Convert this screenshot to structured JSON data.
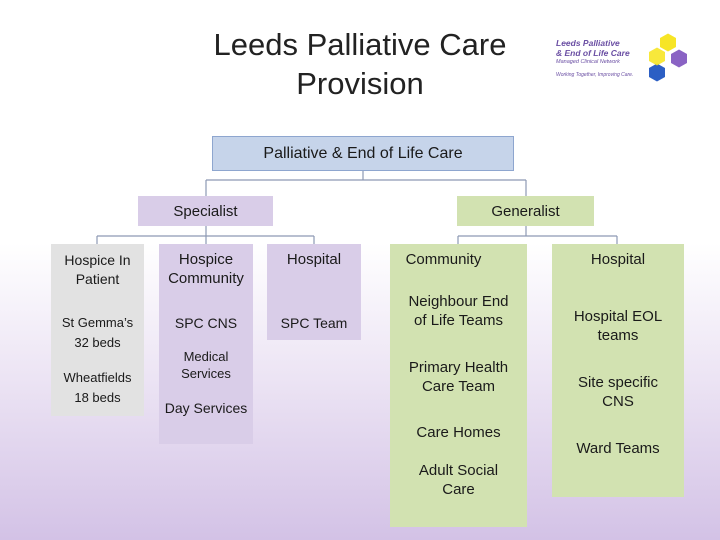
{
  "title": {
    "line1": "Leeds Palliative Care",
    "line2": "Provision"
  },
  "logo": {
    "line1": "Leeds Palliative",
    "line2": "& End of Life Care",
    "line3": "Managed Clinical Network",
    "tagline": "Working Together, Improving Care.",
    "colors": {
      "yellow": "#f7e526",
      "purple": "#8a63c4",
      "blue": "#2c5fc4",
      "text": "#6a4ea3"
    }
  },
  "root": "Palliative & End of Life Care",
  "specialist": {
    "label": "Specialist",
    "hospice_inpatient": {
      "header": "Hospice In Patient",
      "items": [
        "St Gemma’s 32 beds",
        "Wheatfields 18 beds"
      ]
    },
    "hospice_community": {
      "header": "Hospice Community",
      "items": [
        "SPC CNS",
        "Medical Services",
        "Day Services"
      ]
    },
    "hospital": {
      "header": "Hospital",
      "items": [
        "SPC Team"
      ]
    }
  },
  "generalist": {
    "label": "Generalist",
    "community": {
      "header": "Community",
      "items": [
        "Neighbour End of Life Teams",
        "Primary Health Care Team",
        "Care Homes",
        "Adult Social Care"
      ]
    },
    "hospital": {
      "header": "Hospital",
      "items": [
        "Hospital EOL teams",
        "Site specific CNS",
        "Ward Teams"
      ]
    }
  },
  "colors": {
    "root_box": "#c6d4ea",
    "specialist": "#d9cde8",
    "generalist": "#d2e2b1",
    "inpatient": "#e2e2e2"
  }
}
